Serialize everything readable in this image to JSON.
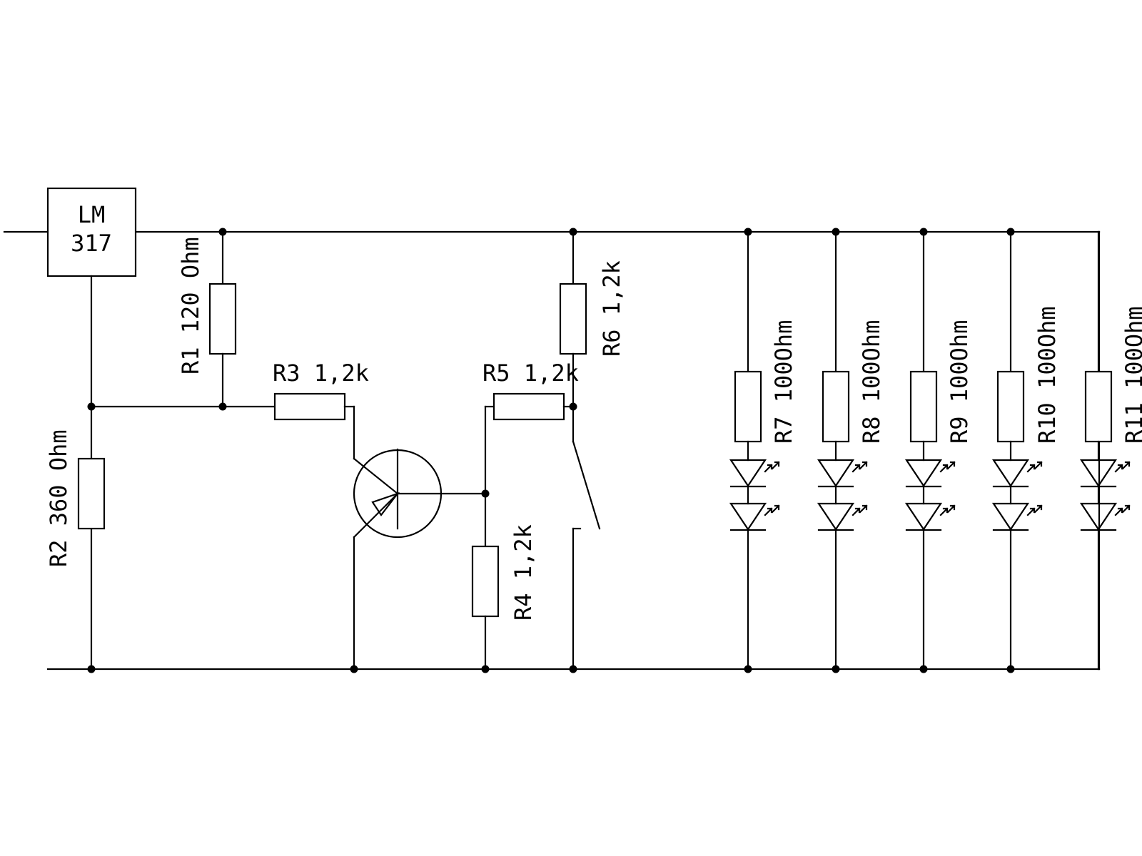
{
  "regulator": {
    "line1": "LM",
    "line2": "317"
  },
  "resistors": {
    "r1": "R1 120 Ohm",
    "r2": "R2 360 Ohm",
    "r3": "R3 1,2k",
    "r4": "R4 1,2k",
    "r5": "R5 1,2k",
    "r6": "R6 1,2k",
    "r7": "R7 100Ohm",
    "r8": "R8 100Ohm",
    "r9": "R9 100Ohm",
    "r10": "R10 100Ohm",
    "r11": "R11 100Ohm"
  }
}
